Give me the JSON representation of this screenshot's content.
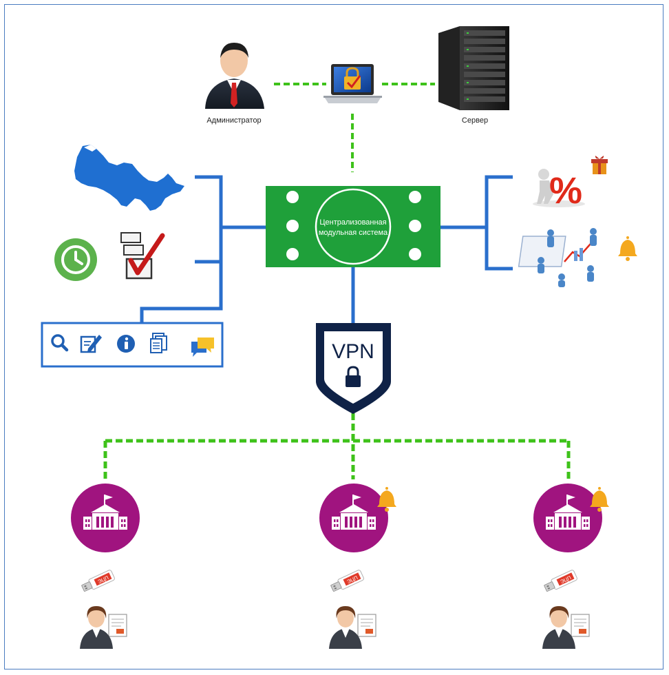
{
  "nodes": {
    "admin_label": "Администратор",
    "server_label": "Сервер",
    "central_system": {
      "line1": "Централизованная",
      "line2": "модульная система"
    },
    "vpn_label": "VPN",
    "epc_label": "ЭЦП"
  },
  "colors": {
    "frame_border": "#4a7bc0",
    "central_green": "#1fa03a",
    "blue_lines": "#2a6fcc",
    "dashed_green": "#3ec21a",
    "vpn_shield": "#0f2247",
    "institution_purple": "#a0147f",
    "bell_orange": "#f4a81e",
    "clock_green": "#5cb24c"
  },
  "icons": {
    "toolbar": [
      "search-icon",
      "edit-icon",
      "info-icon",
      "documents-icon",
      "chat-icon"
    ]
  }
}
